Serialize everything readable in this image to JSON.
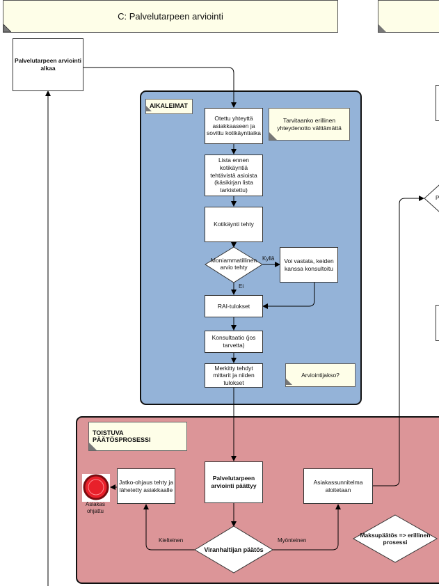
{
  "header": {
    "title": "C: Palvelutarpeen arviointi"
  },
  "start_box": "Palvelutarpeen arviointi alkaa",
  "lane_timestamps": {
    "title": "AIKALEIMAT",
    "steps": [
      "Otettu yhteyttä asiakkaaseen ja sovittu kotikäyntiaika",
      "Lista ennen kotikäyntiä tehtävistä asioista (käsikirjan lista tarkistettu)",
      "Kotikäynti tehty",
      "RAI-tulokset",
      "Konsultaatio (jos tarvetta)",
      "Merkitty tehdyt mittarit ja niiden tulokset"
    ],
    "decision": "Moniammatillinen arvio tehty",
    "decision_yes": "Kyllä",
    "decision_no": "Ei",
    "side_box": "Voi vastata, keiden kanssa konsultoitu",
    "note_contact": "Tarvitaanko erillinen yhteydenotto välttämättä",
    "note_period": "Arviointijakso?"
  },
  "lane_decision": {
    "title": "TOISTUVA PÄÄTÖSPROSESSI",
    "end_box": "Palvelutarpeen arviointi päättyy",
    "referral_box": "Jatko-ohjaus tehty ja lähetetty asiakkaalle",
    "end_event_label": "Asiakas ohjattu",
    "plan_box": "Asiakassunnitelma aloitetaan",
    "decision": "Viranhaltijan päätös",
    "decision_negative": "Kielteinen",
    "decision_positive": "Myönteinen",
    "payment_decision": "Maksupäätös => erillinen prosessi"
  },
  "colors": {
    "lane_blue": "#94b3d8",
    "lane_red": "#dc9598",
    "note_bg": "#fefee8",
    "end_event": "#e8202a"
  },
  "right_cut_diamond_text": "P"
}
